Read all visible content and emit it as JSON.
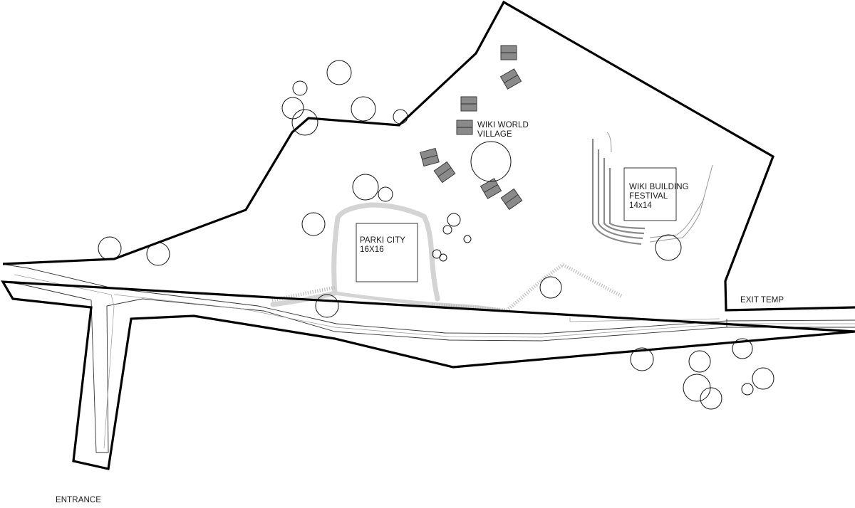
{
  "labels": {
    "wiki_world_village": [
      "WIKI WORLD",
      "VILLAGE"
    ],
    "parki_city": [
      "PARKI CITY",
      "16X16"
    ],
    "wiki_building_festival": [
      "WIKI BUILDING",
      "FESTIVAL",
      "14x14"
    ],
    "exit": "EXIT TEMP",
    "entrance": "ENTRANCE"
  },
  "colors": {
    "boundary": "#000000",
    "hut_fill": "#8a8a8a",
    "path_grey": "#d4d4d4",
    "trees": "#111111"
  }
}
